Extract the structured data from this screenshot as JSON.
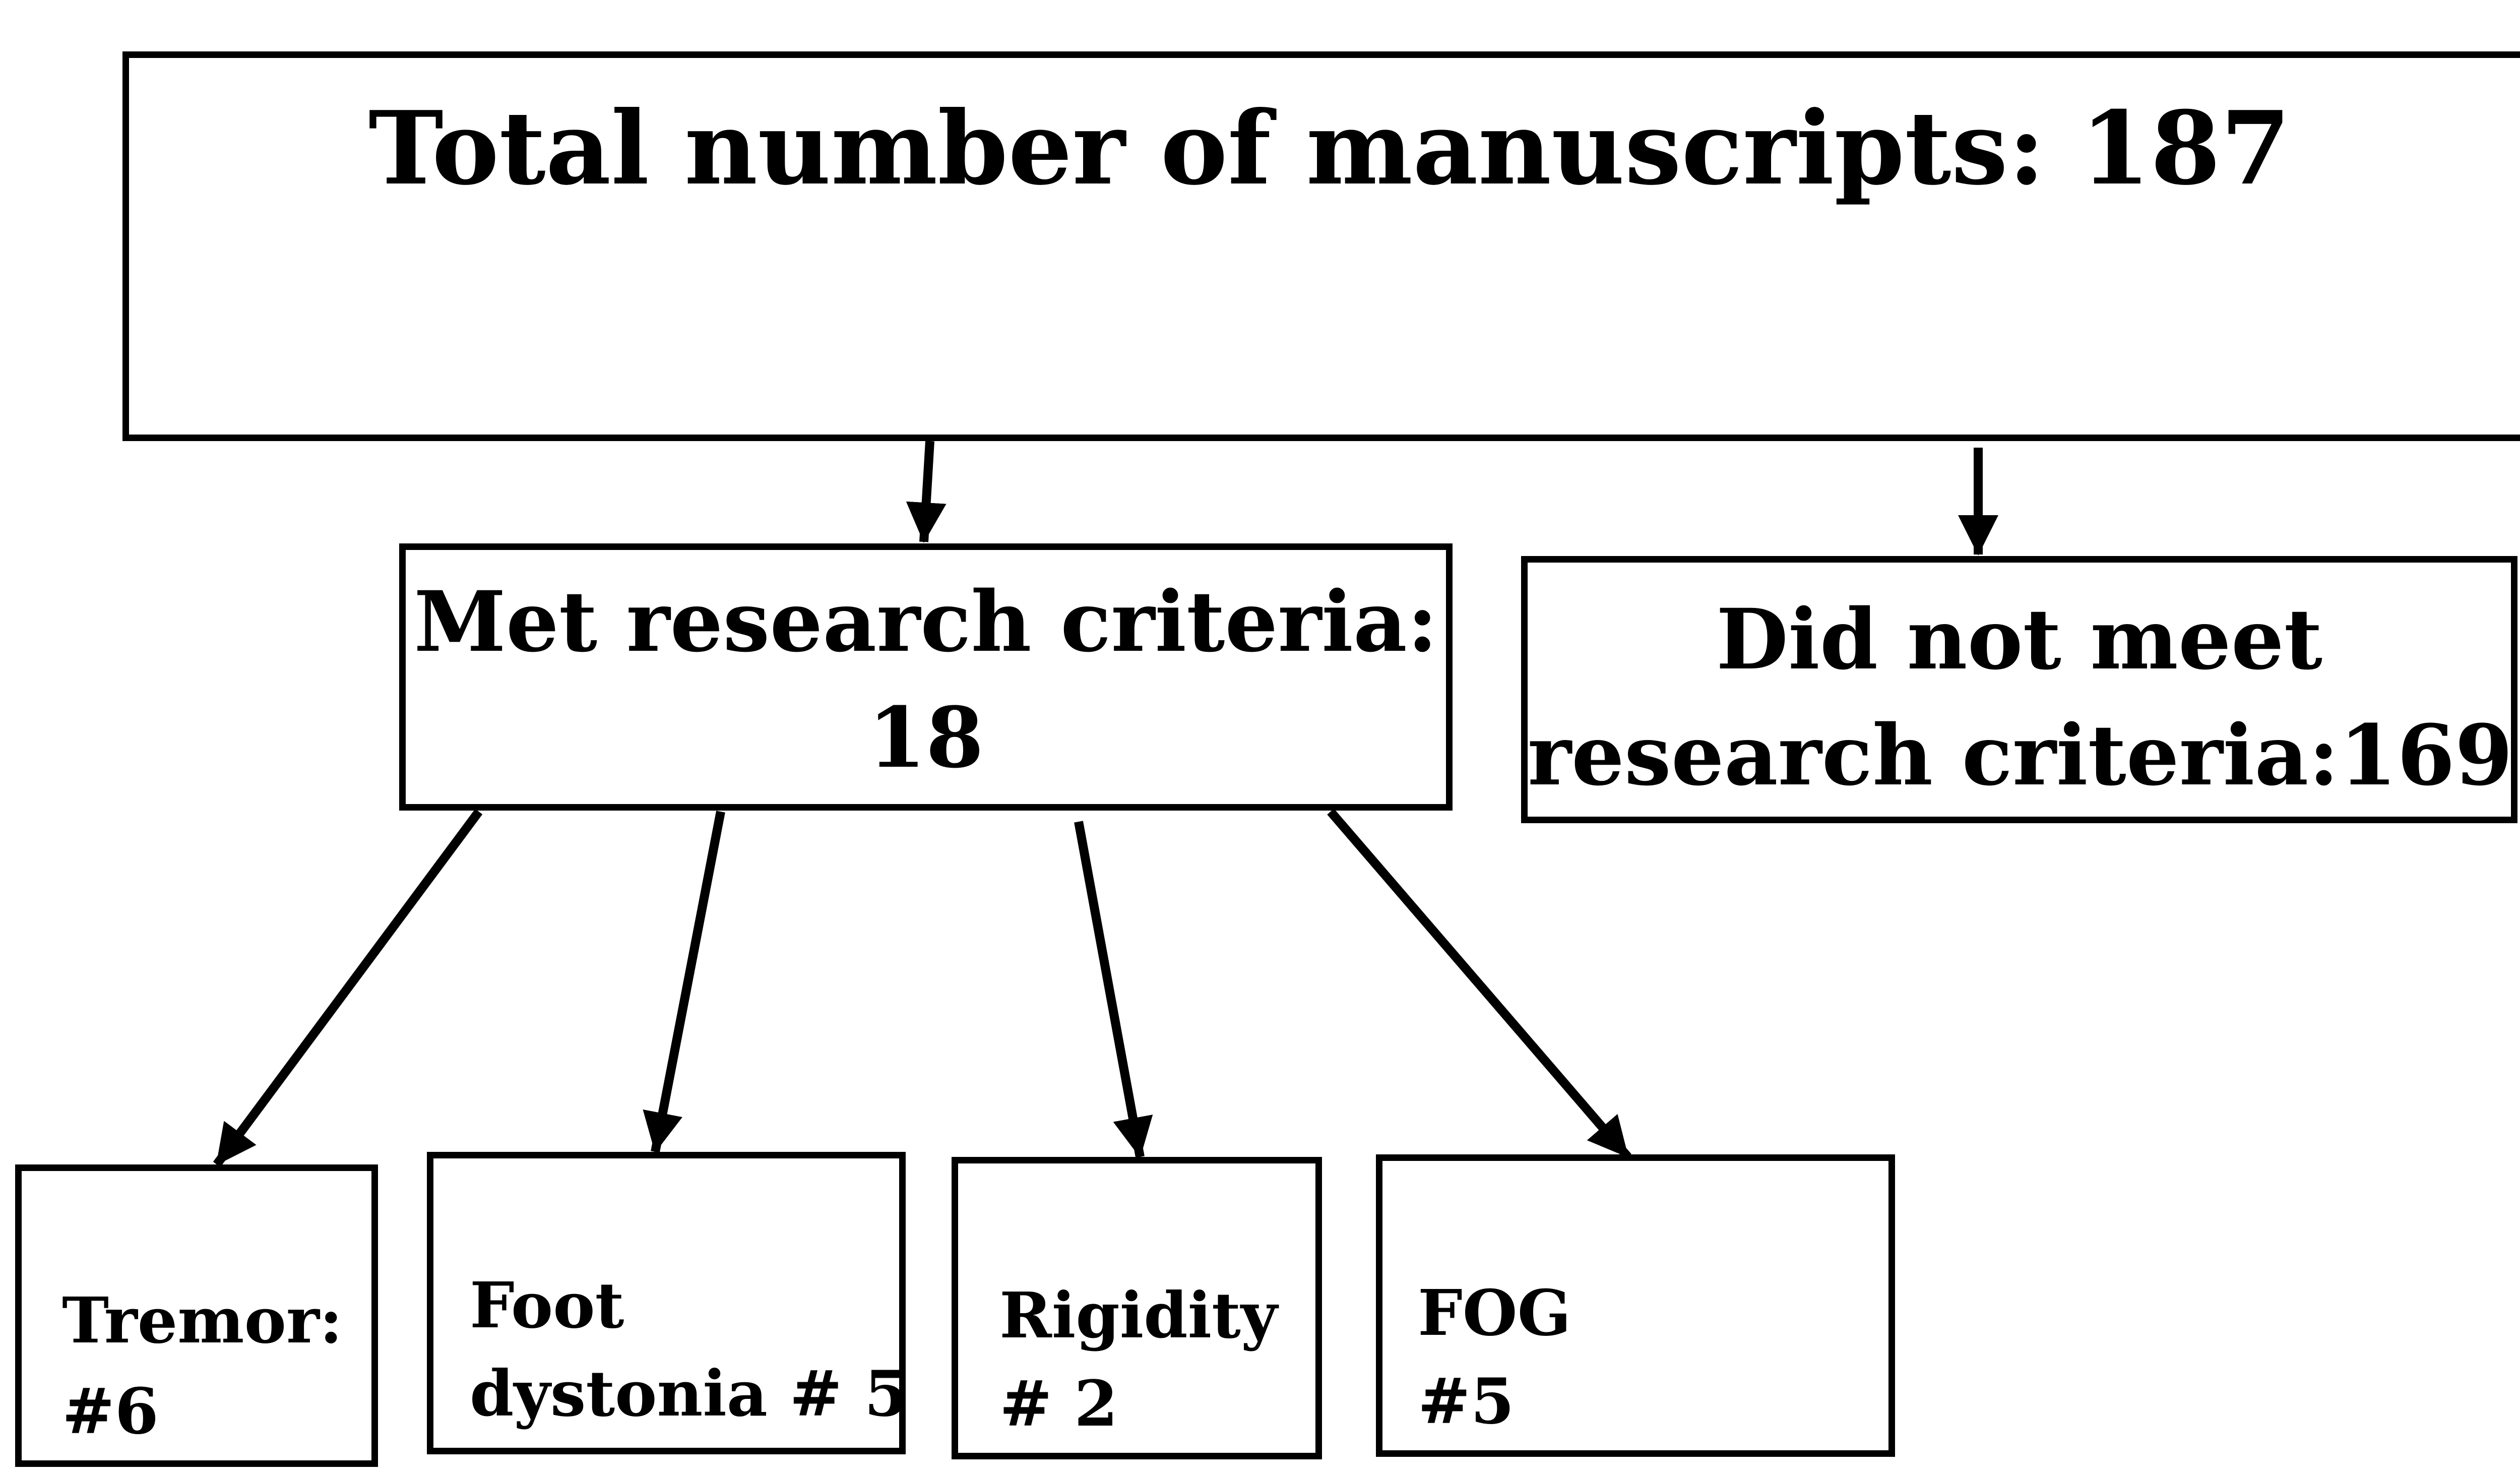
{
  "top_box": {
    "title": "Total number of manuscripts: 187"
  },
  "met_box": {
    "line1": "Met research  criteria:",
    "line2": "18"
  },
  "not_met_box": {
    "line1": "Did not meet",
    "line2": "research criteria:169"
  },
  "categories": [
    {
      "line1": "Tremor:",
      "line2": "#6"
    },
    {
      "line1": "Foot",
      "line2": "dystonia # 5"
    },
    {
      "line1": "Rigidity",
      "line2": "# 2"
    },
    {
      "line1": "FOG",
      "line2": "#5"
    }
  ]
}
